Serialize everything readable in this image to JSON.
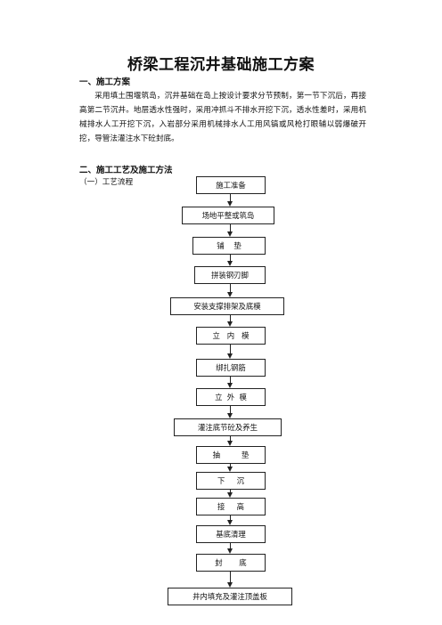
{
  "title": "桥梁工程沉井基础施工方案",
  "section1_heading": "一、施工方案",
  "section1_text": "采用填土围堰筑岛，沉井基础在岛上按设计要求分节预制，第一节下沉后，再接高第二节沉井。地层透水性强时，采用冲抓斗不排水开挖下沉，透水性差时，采用机械排水人工开挖下沉，入岩部分采用机械排水人工用风镐或风枪打眼辅以弱爆破开挖，导管法灌注水下砼封底。",
  "section2_heading": "二、施工工艺及施工方法",
  "subsection_label": "（一）工艺流程",
  "flow_steps": [
    "施工准备",
    "场地平整或筑岛",
    "铺    垫",
    "拼装钢刃脚",
    "安装支撑排架及底模",
    "立   内   模",
    "绑扎钢筋",
    "立  外  模",
    "灌注底节砼及养生",
    "抽         垫",
    "下     沉",
    "接     高",
    "基底清理",
    "封       底",
    "井内填充及灌注顶盖板"
  ]
}
